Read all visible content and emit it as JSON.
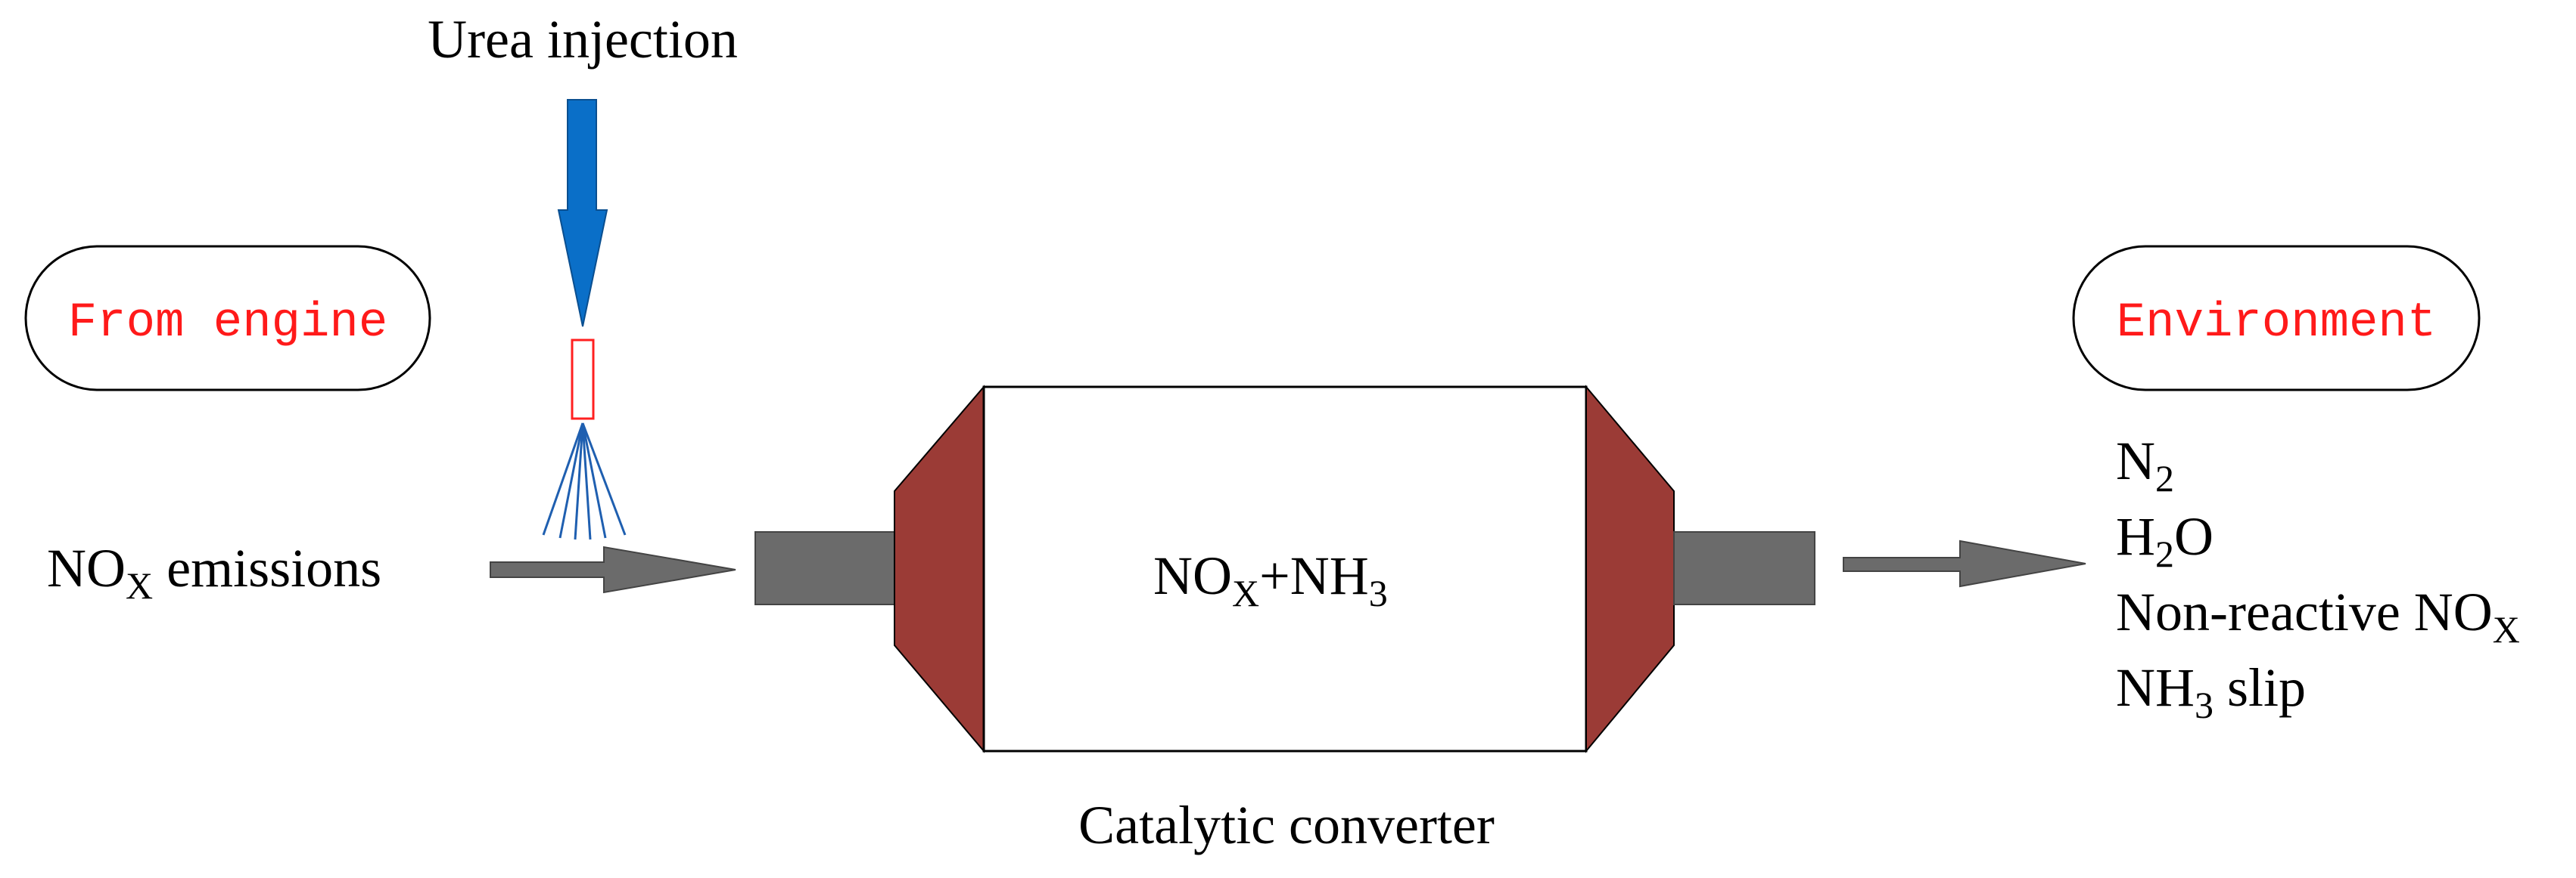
{
  "labels": {
    "urea_injection": "Urea injection",
    "from_engine": "From engine",
    "environment": "Environment",
    "nox_emissions_base": "NO",
    "nox_emissions_sub": "X",
    "nox_emissions_rest": " emissions",
    "converter_nox_base": "NO",
    "converter_nox_sub": "X",
    "converter_plus_nh": "+NH",
    "converter_nh_sub": "3",
    "catalytic_converter": "Catalytic converter"
  },
  "products": {
    "n2_base": "N",
    "n2_sub": "2",
    "h2o_base": "H",
    "h2o_sub": "2",
    "h2o_rest": "O",
    "non_reactive_base": "Non-reactive NO",
    "non_reactive_sub": "X",
    "nh3_base": "NH",
    "nh3_sub": "3",
    "nh3_rest": " slip"
  },
  "colors": {
    "urea_arrow": "#0a6fc8",
    "nozzle": "#ff2020",
    "spray": "#1f5fb0",
    "flow_arrow": "#6b6b6b",
    "pipe": "#6b6b6b",
    "cone": "#9b3b36",
    "red_text": "#ff1a1a"
  }
}
